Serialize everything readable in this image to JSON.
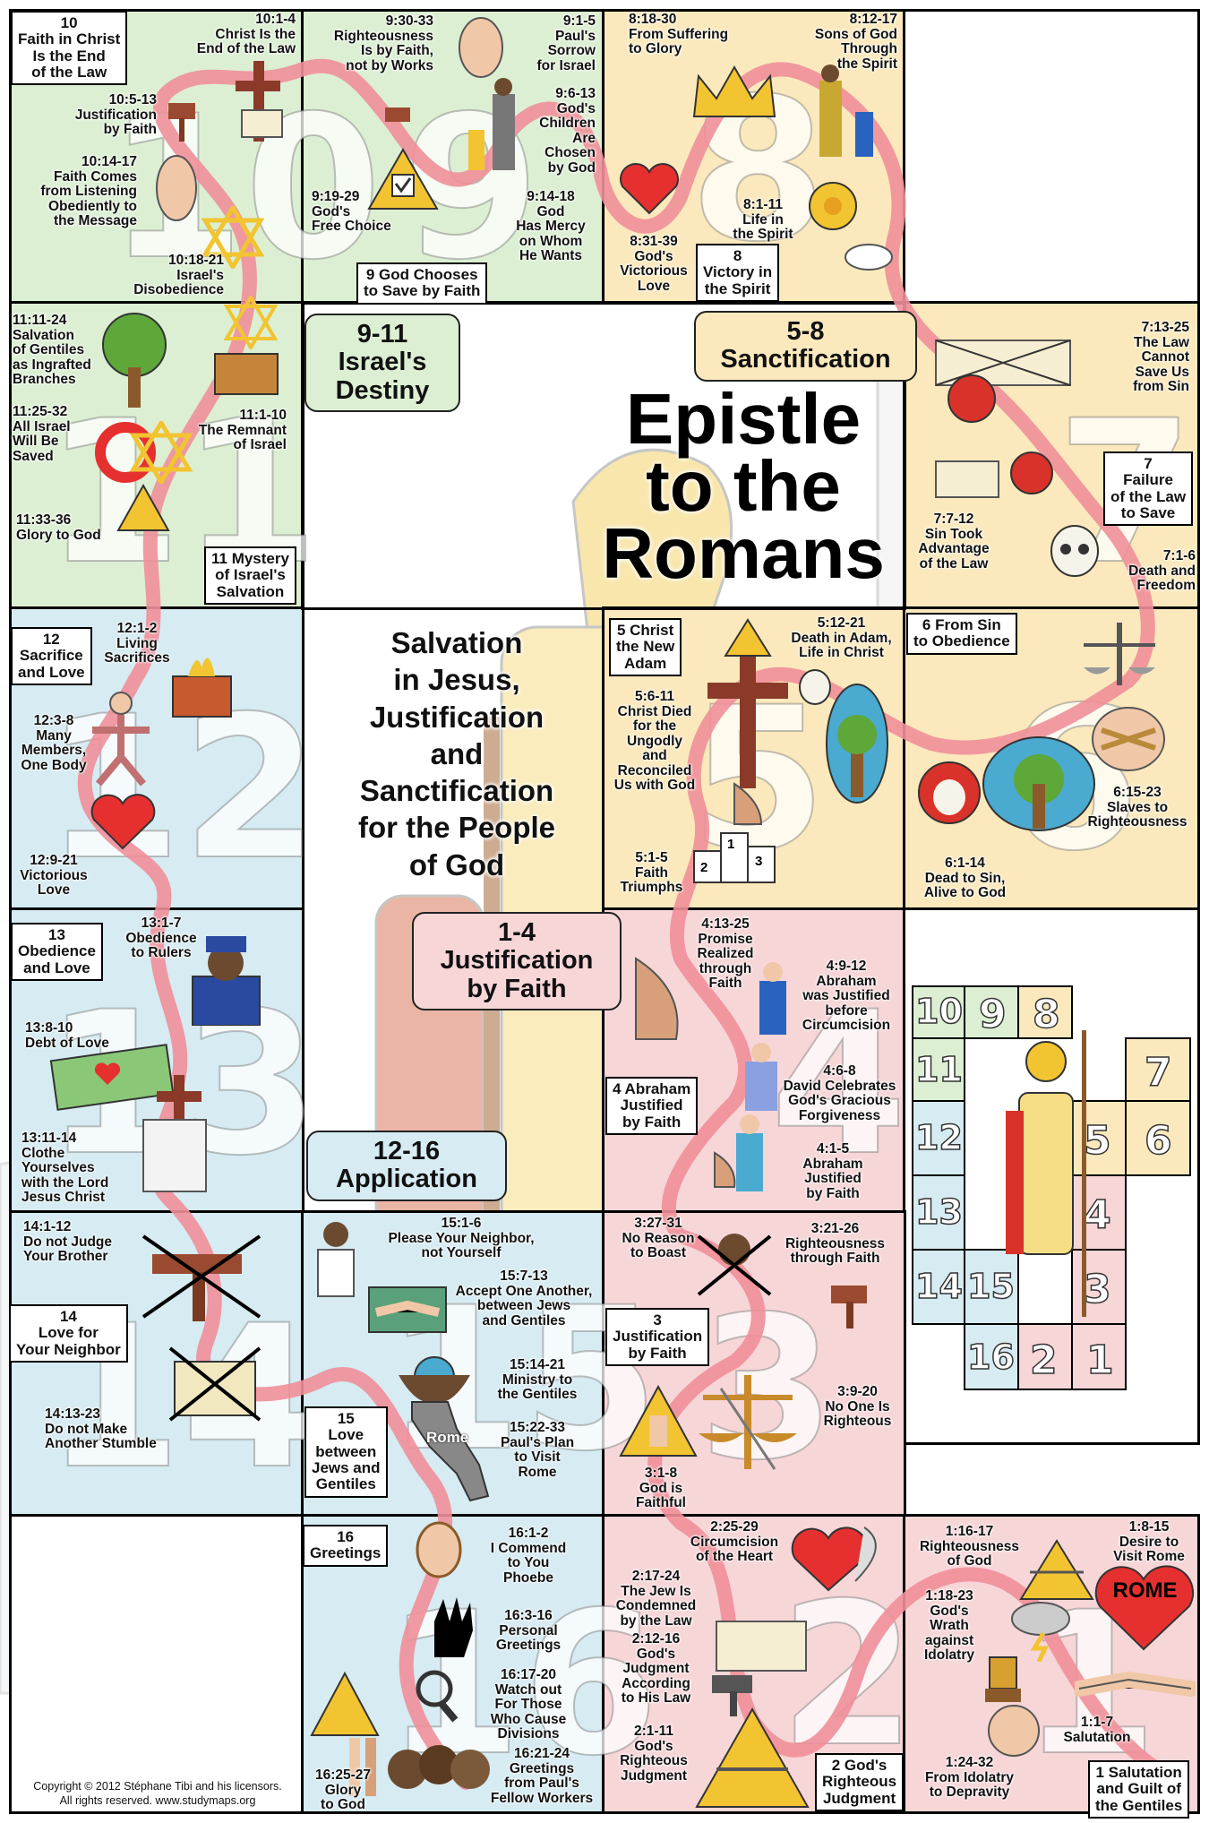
{
  "colors": {
    "green": "#dcefd3",
    "yellow": "#fbe9bd",
    "blue": "#d6ebf2",
    "pink": "#f7d6d8",
    "white": "#ffffff",
    "path": "#ef8f99",
    "accent_red": "#e63030",
    "accent_gold": "#f2c431"
  },
  "title": {
    "line1": "Epistle",
    "line2": "to the",
    "line3": "Romans"
  },
  "subtitle": [
    "Salvation",
    "in Jesus,",
    "Justification",
    "and",
    "Sanctification",
    "for the People",
    "of God"
  ],
  "sections": {
    "destiny": {
      "range": "9-11",
      "name": "Israel's Destiny"
    },
    "sanctification": {
      "range": "5-8",
      "name": "Sanctification"
    },
    "justification": {
      "range": "1-4",
      "name": "Justification by Faith"
    },
    "application": {
      "range": "12-16",
      "name": "Application"
    }
  },
  "chapters": {
    "c10": {
      "num": "10",
      "title": "10\nFaith in Christ\nIs the End\nof the Law",
      "refs": [
        {
          "ref": "10:1-4",
          "text": "Christ Is the\nEnd of the Law"
        },
        {
          "ref": "10:5-13",
          "text": "Justification\nby Faith"
        },
        {
          "ref": "10:14-17",
          "text": "Faith Comes\nfrom Listening\nObediently to\nthe Message"
        },
        {
          "ref": "10:18-21",
          "text": "Israel's\nDisobedience"
        }
      ]
    },
    "c9": {
      "num": "9",
      "title": "9 God Chooses\nto Save by Faith",
      "refs": [
        {
          "ref": "9:30-33",
          "text": "Righteousness\nIs by Faith,\nnot by Works"
        },
        {
          "ref": "9:1-5",
          "text": "Paul's\nSorrow\nfor Israel"
        },
        {
          "ref": "9:6-13",
          "text": "God's\nChildren\nAre\nChosen\nby God"
        },
        {
          "ref": "9:19-29",
          "text": "God's\nFree Choice"
        },
        {
          "ref": "9:14-18",
          "text": "God\nHas Mercy\non Whom\nHe Wants"
        }
      ]
    },
    "c8": {
      "num": "8",
      "title": "8\nVictory in\nthe Spirit",
      "refs": [
        {
          "ref": "8:18-30",
          "text": "From Suffering\nto Glory"
        },
        {
          "ref": "8:12-17",
          "text": "Sons of God\nThrough\nthe Spirit"
        },
        {
          "ref": "8:1-11",
          "text": "Life in\nthe Spirit"
        },
        {
          "ref": "8:31-39",
          "text": "God's\nVictorious\nLove"
        }
      ]
    },
    "c11": {
      "num": "11",
      "title": "11 Mystery\nof Israel's\nSalvation",
      "refs": [
        {
          "ref": "11:11-24",
          "text": "Salvation\nof Gentiles\nas Ingrafted\nBranches"
        },
        {
          "ref": "11:25-32",
          "text": "All Israel\nWill Be\nSaved"
        },
        {
          "ref": "11:1-10",
          "text": "The Remnant\nof Israel"
        },
        {
          "ref": "11:33-36",
          "text": "Glory to God"
        }
      ]
    },
    "c7": {
      "num": "7",
      "title": "7\nFailure\nof the Law\nto Save",
      "refs": [
        {
          "ref": "7:13-25",
          "text": "The Law\nCannot\nSave Us\nfrom Sin"
        },
        {
          "ref": "7:7-12",
          "text": "Sin Took\nAdvantage\nof the Law"
        },
        {
          "ref": "7:1-6",
          "text": "Death and\nFreedom"
        }
      ]
    },
    "c12": {
      "num": "12",
      "title": "12\nSacrifice\nand Love",
      "refs": [
        {
          "ref": "12:1-2",
          "text": "Living\nSacrifices"
        },
        {
          "ref": "12:3-8",
          "text": "Many\nMembers,\nOne Body"
        },
        {
          "ref": "12:9-21",
          "text": "Victorious\nLove"
        }
      ]
    },
    "c5": {
      "num": "5",
      "title": "5 Christ\nthe New\nAdam",
      "refs": [
        {
          "ref": "5:12-21",
          "text": "Death in Adam,\nLife in Christ"
        },
        {
          "ref": "5:6-11",
          "text": "Christ Died\nfor the\nUngodly\nand\nReconciled\nUs with God"
        },
        {
          "ref": "5:1-5",
          "text": "Faith\nTriumphs"
        }
      ]
    },
    "c6": {
      "num": "6",
      "title": "6 From Sin\nto Obedience",
      "refs": [
        {
          "ref": "6:15-23",
          "text": "Slaves to\nRighteousness"
        },
        {
          "ref": "6:1-14",
          "text": "Dead to Sin,\nAlive to God"
        }
      ]
    },
    "c13": {
      "num": "13",
      "title": "13\nObedience\nand Love",
      "refs": [
        {
          "ref": "13:1-7",
          "text": "Obedience\nto Rulers"
        },
        {
          "ref": "13:8-10",
          "text": "Debt of Love"
        },
        {
          "ref": "13:11-14",
          "text": "Clothe\nYourselves\nwith the Lord\nJesus Christ"
        }
      ]
    },
    "c4": {
      "num": "4",
      "title": "4 Abraham\nJustified\nby Faith",
      "refs": [
        {
          "ref": "4:13-25",
          "text": "Promise\nRealized\nthrough\nFaith"
        },
        {
          "ref": "4:9-12",
          "text": "Abraham\nwas Justified\nbefore\nCircumcision"
        },
        {
          "ref": "4:6-8",
          "text": "David Celebrates\nGod's Gracious\nForgiveness"
        },
        {
          "ref": "4:1-5",
          "text": "Abraham\nJustified\nby Faith"
        }
      ]
    },
    "c14": {
      "num": "14",
      "title": "14\nLove for\nYour Neighbor",
      "refs": [
        {
          "ref": "14:1-12",
          "text": "Do not Judge\nYour Brother"
        },
        {
          "ref": "14:13-23",
          "text": "Do not Make\nAnother Stumble"
        }
      ]
    },
    "c15": {
      "num": "15",
      "title": "15\nLove\nbetween\nJews and\nGentiles",
      "map_label": "Rome",
      "refs": [
        {
          "ref": "15:1-6",
          "text": "Please Your Neighbor,\nnot Yourself"
        },
        {
          "ref": "15:7-13",
          "text": "Accept One Another,\nbetween Jews\nand Gentiles"
        },
        {
          "ref": "15:14-21",
          "text": "Ministry to\nthe Gentiles"
        },
        {
          "ref": "15:22-33",
          "text": "Paul's Plan\nto Visit\nRome"
        }
      ]
    },
    "c3": {
      "num": "3",
      "title": "3\nJustification\nby Faith",
      "refs": [
        {
          "ref": "3:27-31",
          "text": "No Reason\nto Boast"
        },
        {
          "ref": "3:21-26",
          "text": "Righteousness\nthrough Faith"
        },
        {
          "ref": "3:9-20",
          "text": "No One Is\nRighteous"
        },
        {
          "ref": "3:1-8",
          "text": "God is\nFaithful"
        }
      ]
    },
    "c16": {
      "num": "16",
      "title": "16\nGreetings",
      "refs": [
        {
          "ref": "16:1-2",
          "text": "I Commend\nto You\nPhoebe"
        },
        {
          "ref": "16:3-16",
          "text": "Personal\nGreetings"
        },
        {
          "ref": "16:17-20",
          "text": "Watch out\nFor Those\nWho Cause\nDivisions"
        },
        {
          "ref": "16:21-24",
          "text": "Greetings\nfrom Paul's\nFellow Workers"
        },
        {
          "ref": "16:25-27",
          "text": "Glory\nto God"
        }
      ]
    },
    "c2": {
      "num": "2",
      "title": "2 God's\nRighteous\nJudgment",
      "refs": [
        {
          "ref": "2:25-29",
          "text": "Circumcision\nof the Heart"
        },
        {
          "ref": "2:17-24",
          "text": "The Jew Is\nCondemned\nby the Law"
        },
        {
          "ref": "2:12-16",
          "text": "God's\nJudgment\nAccording\nto His Law"
        },
        {
          "ref": "2:1-11",
          "text": "God's\nRighteous\nJudgment"
        }
      ]
    },
    "c1": {
      "num": "1",
      "title": "1 Salutation\nand Guilt of\nthe Gentiles",
      "heart_label": "ROME",
      "refs": [
        {
          "ref": "1:16-17",
          "text": "Righteousness\nof God"
        },
        {
          "ref": "1:8-15",
          "text": "Desire to\nVisit Rome"
        },
        {
          "ref": "1:18-23",
          "text": "God's\nWrath\nagainst\nIdolatry"
        },
        {
          "ref": "1:1-7",
          "text": "Salutation"
        },
        {
          "ref": "1:24-32",
          "text": "From Idolatry\nto Depravity"
        }
      ]
    }
  },
  "podium": [
    "1",
    "2",
    "3"
  ],
  "minimap": [
    "10",
    "9",
    "8",
    "11",
    "7",
    "12",
    "5",
    "6",
    "13",
    "4",
    "14",
    "15",
    "3",
    "16",
    "2",
    "1"
  ],
  "copyright": "Copyright © 2012 Stéphane Tibi and his licensors.\nAll rights reserved. www.studymaps.org"
}
